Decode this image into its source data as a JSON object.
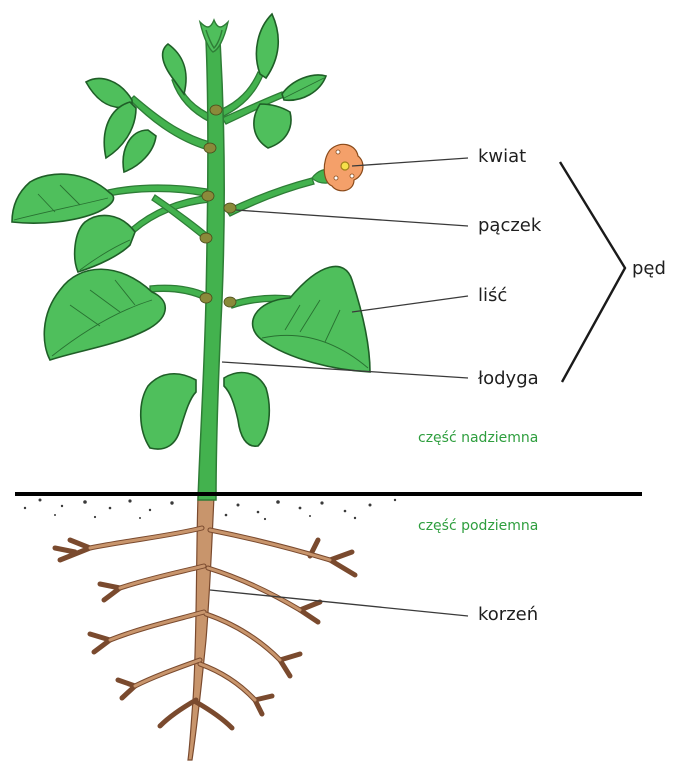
{
  "labels": {
    "kwiat": "kwiat",
    "paczek": "pączek",
    "lisc": "liść",
    "lodyga": "łodyga",
    "korzen": "korzeń",
    "ped": "pęd"
  },
  "zones": {
    "above": "część nadziemna",
    "below": "część podziemna"
  },
  "colors": {
    "leaf": "#4fbf5c",
    "leaf_dark": "#2e8b3a",
    "stem": "#43b24e",
    "node": "#8a8a3a",
    "root": "#c8956c",
    "root_dark": "#7a4a2e",
    "flower": "#f4a06a",
    "zone_text": "#2e9e3e",
    "ground": "#000000"
  }
}
